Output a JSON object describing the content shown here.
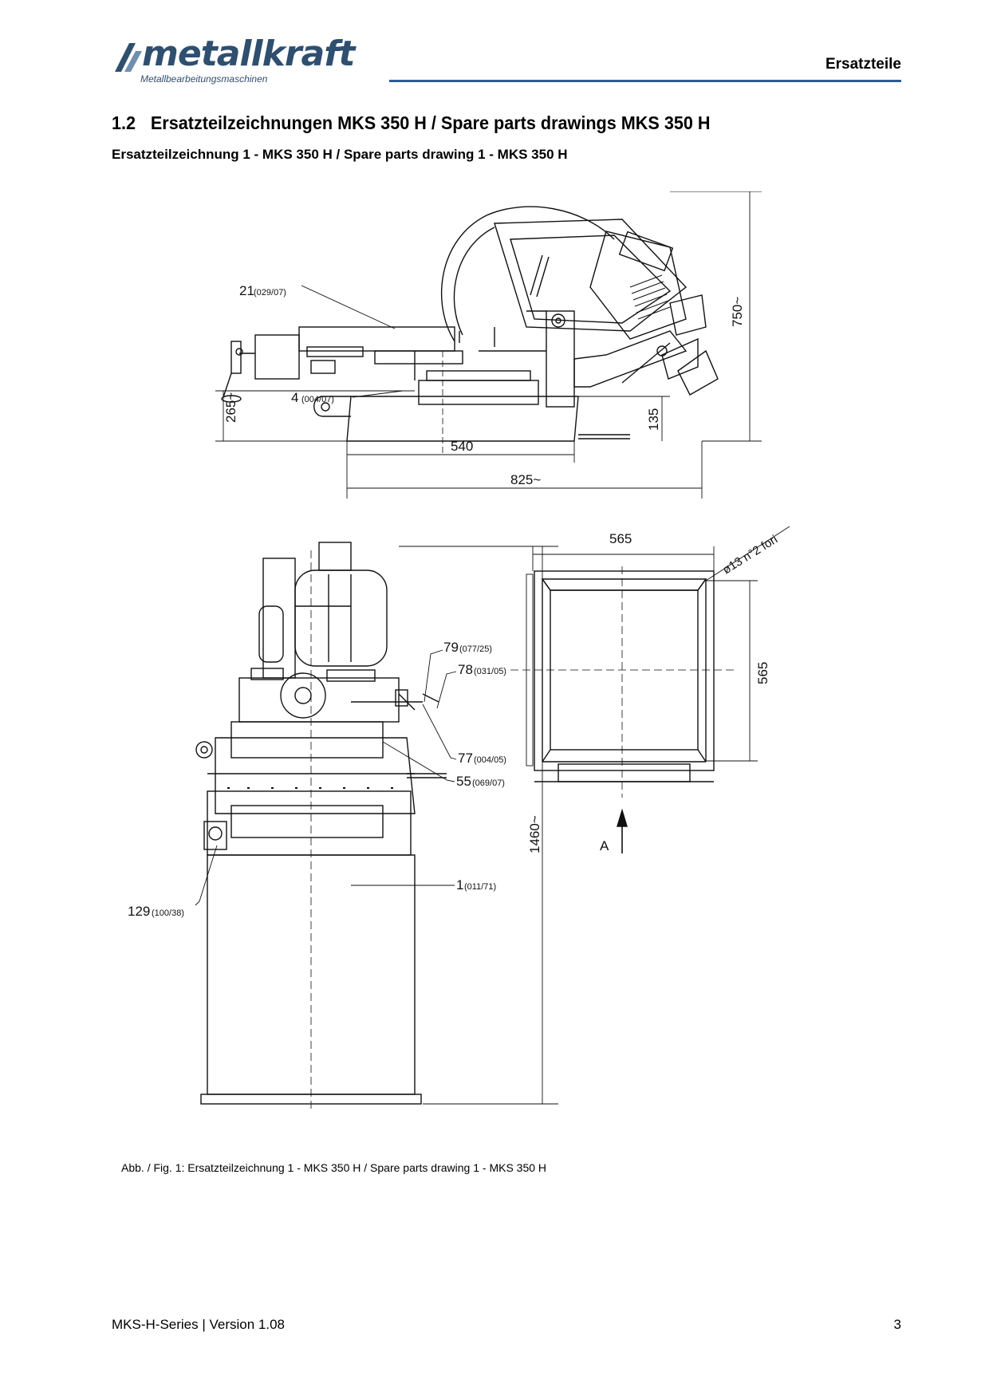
{
  "header": {
    "brand": "metallkraft",
    "brand_tagline": "Metallbearbeitungsmaschinen",
    "section_label": "Ersatzteile",
    "accent_color": "#2a5c9a",
    "brand_color": "#2f4f6f"
  },
  "title": {
    "number": "1.2",
    "text": "Ersatzteilzeichnungen MKS 350 H / Spare parts drawings MKS 350 H"
  },
  "subtitle": "Ersatzteilzeichnung 1 - MKS 350 H / Spare parts drawing 1 - MKS 350 H",
  "drawing": {
    "side_view": {
      "labels": {
        "p21": "21",
        "p21_code": "(029/07)",
        "p4": "4",
        "p4_code": "(004/07)"
      },
      "dimensions": {
        "height_total": "750~",
        "height_left": "265~",
        "height_base": "135",
        "width_base": "540",
        "width_total": "825~"
      }
    },
    "front_view": {
      "labels": {
        "p79": "79",
        "p79_code": "(077/25)",
        "p78": "78",
        "p78_code": "(031/05)",
        "p77": "77",
        "p77_code": "(004/05)",
        "p55": "55",
        "p55_code": "(069/07)",
        "p129": "129",
        "p129_code": "(100/38)",
        "p1": "1",
        "p1_code": "(011/71)"
      },
      "dimensions": {
        "height_total": "1460~"
      }
    },
    "top_view": {
      "dimensions": {
        "width": "565",
        "depth": "565",
        "holes": "ø13 n°2 fori"
      },
      "arrow_label": "A"
    }
  },
  "caption": "Abb. / Fig. 1: Ersatzteilzeichnung 1 - MKS 350 H / Spare parts drawing 1 - MKS 350 H",
  "footer": {
    "doc": "MKS-H-Series | Version 1.08",
    "page": "3"
  }
}
